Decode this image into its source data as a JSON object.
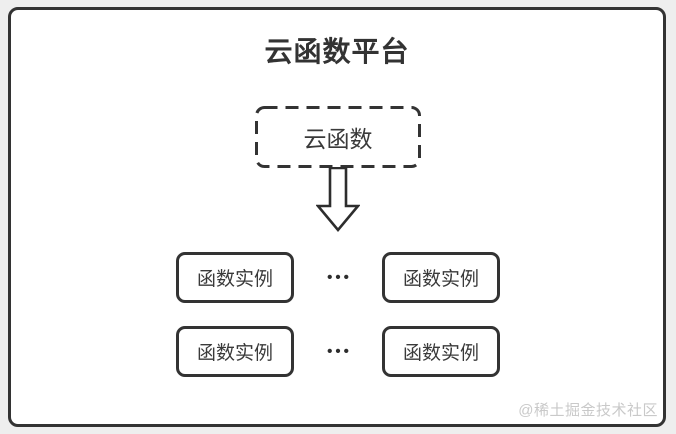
{
  "diagram": {
    "title": "云函数平台",
    "root_label": "云函数",
    "rows": [
      {
        "left": "函数实例",
        "ellipsis": "•••",
        "right": "函数实例"
      },
      {
        "left": "函数实例",
        "ellipsis": "•••",
        "right": "函数实例"
      }
    ],
    "watermark": "@稀土掘金技术社区",
    "colors": {
      "line": "#333333",
      "text": "#3a3a3a",
      "card_background": "#ffffff",
      "page_background": "#eeeeee",
      "watermark": "#c9c9c9"
    }
  }
}
